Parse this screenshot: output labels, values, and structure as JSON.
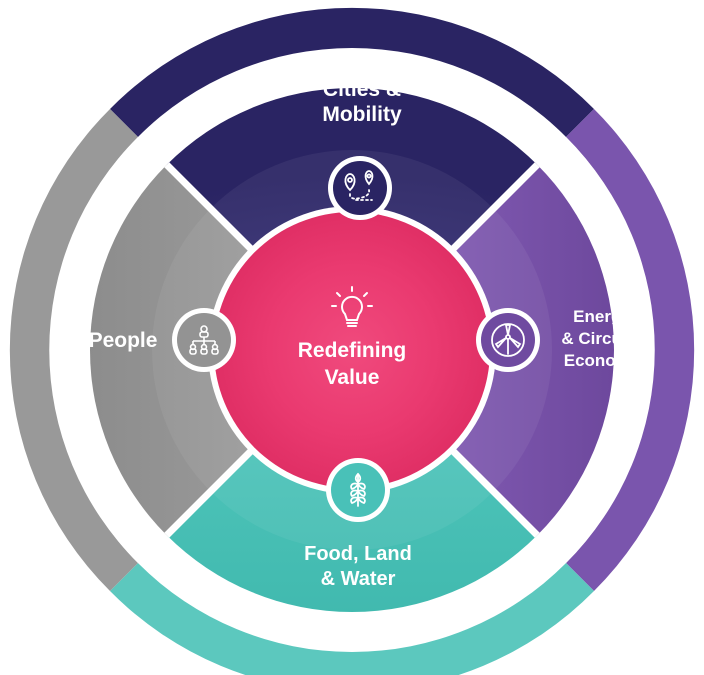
{
  "center": {
    "label_line1": "Redefining",
    "label_line2": "Value",
    "icon": "lightbulb-icon",
    "color": "#e8336b"
  },
  "segments": {
    "top": {
      "label_line1": "Cities &",
      "label_line2": "Mobility",
      "icon": "map-route-icon",
      "color": "#2a2463",
      "outer_ring_color": "#2a2463"
    },
    "right": {
      "label_line1": "Energy",
      "label_line2": "& Circular",
      "label_line3": "Economy",
      "icon": "wind-turbine-icon",
      "color": "#6f4aa0",
      "outer_ring_color": "#7a55ad"
    },
    "bottom": {
      "label_line1": "Food, Land",
      "label_line2": "& Water",
      "icon": "wheat-icon",
      "color": "#49c1b8",
      "outer_ring_color": "#5cc8be"
    },
    "left": {
      "label": "People",
      "icon": "people-network-icon",
      "color": "#8c8c8c",
      "outer_ring_color": "#999999"
    }
  }
}
